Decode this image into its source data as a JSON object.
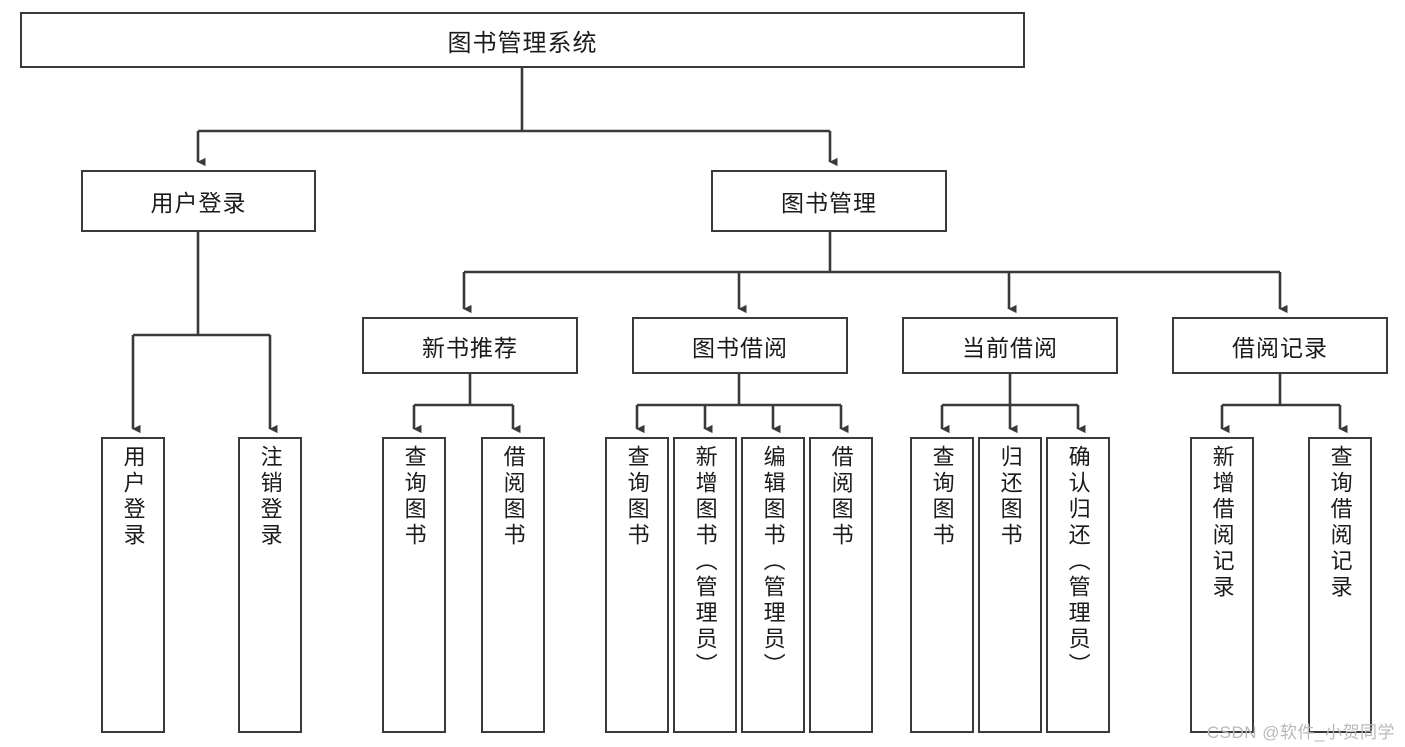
{
  "diagram": {
    "title": "图书管理系统",
    "watermark": "CSDN @软件_小贺同学",
    "stroke_color": "#3a3a3a",
    "fill_color": "#ffffff",
    "text_color": "#1b1b1b",
    "root": {
      "label": "图书管理系统"
    },
    "level2": [
      {
        "label": "用户登录"
      },
      {
        "label": "图书管理"
      }
    ],
    "level3": [
      {
        "label": "新书推荐"
      },
      {
        "label": "图书借阅"
      },
      {
        "label": "当前借阅"
      },
      {
        "label": "借阅记录"
      }
    ],
    "leaves": {
      "user_login": [
        {
          "label": "用户登录"
        },
        {
          "label": "注销登录"
        }
      ],
      "new_book_recommend": [
        {
          "label": "查询图书"
        },
        {
          "label": "借阅图书"
        }
      ],
      "book_borrow": [
        {
          "label": "查询图书"
        },
        {
          "label": "新增图书（管理员）"
        },
        {
          "label": "编辑图书（管理员）"
        },
        {
          "label": "借阅图书"
        }
      ],
      "current_borrow": [
        {
          "label": "查询图书"
        },
        {
          "label": "归还图书"
        },
        {
          "label": "确认归还（管理员）"
        }
      ],
      "borrow_record": [
        {
          "label": "新增借阅记录"
        },
        {
          "label": "查询借阅记录"
        }
      ]
    }
  }
}
